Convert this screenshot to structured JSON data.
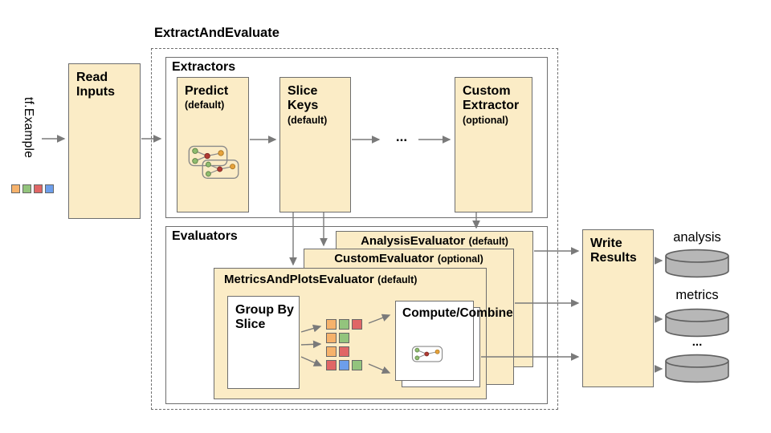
{
  "title": "ExtractAndEvaluate",
  "palette": {
    "orange": "#f6b26b",
    "green": "#93c47d",
    "red": "#e06666",
    "blue": "#6d9eeb"
  },
  "colors": {
    "box_fill": "#fbecc6",
    "border_gray": "#6e6e6e",
    "arrow_gray": "#7a7a7a",
    "cylinder_gray": "#b7b7b7"
  },
  "input": {
    "label": "tf.Example",
    "squares": [
      "orange",
      "green",
      "red",
      "blue"
    ]
  },
  "read_inputs": {
    "label": "Read Inputs"
  },
  "extractors": {
    "label": "Extractors",
    "predict": {
      "name": "Predict",
      "qualifier": "(default)"
    },
    "slice_keys": {
      "name": "Slice Keys",
      "qualifier": "(default)"
    },
    "ellipsis": "...",
    "custom": {
      "name": "Custom Extractor",
      "qualifier": "(optional)"
    }
  },
  "evaluators": {
    "label": "Evaluators",
    "analysis_card": {
      "name": "AnalysisEvaluator",
      "qualifier": "(default)"
    },
    "custom_card": {
      "name": "CustomEvaluator",
      "qualifier": "(optional)"
    },
    "metrics_card": {
      "name": "MetricsAndPlotsEvaluator",
      "qualifier": "(default)"
    },
    "group_by_slice": "Group By Slice",
    "compute_combine": "Compute/Combine",
    "slice_grid_rows": [
      [
        "orange",
        "green",
        "red"
      ],
      [
        "orange",
        "green"
      ],
      [
        "orange",
        "red"
      ],
      [
        "red",
        "blue",
        "green"
      ]
    ]
  },
  "write_results": {
    "label": "Write Results"
  },
  "outputs": {
    "items": [
      {
        "label": "analysis"
      },
      {
        "label": "metrics"
      },
      {
        "label": "..."
      }
    ]
  }
}
